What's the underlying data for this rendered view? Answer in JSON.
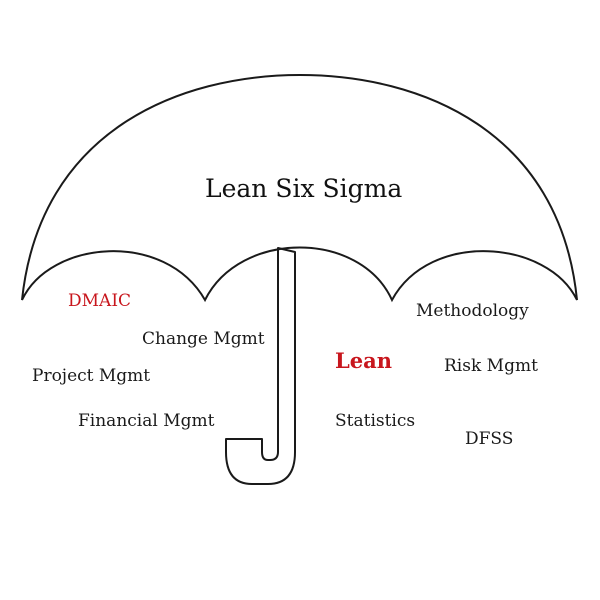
{
  "diagram": {
    "title": "Lean Six Sigma",
    "items": {
      "dmaic": "DMAIC",
      "change_mgmt": "Change Mgmt",
      "project_mgmt": "Project Mgmt",
      "financial_mgmt": "Financial Mgmt",
      "lean": "Lean",
      "statistics": "Statistics",
      "methodology": "Methodology",
      "risk_mgmt": "Risk Mgmt",
      "dfss": "DFSS"
    }
  },
  "colors": {
    "outline": "#1a1a1a",
    "text": "#1a1a1a",
    "highlight": "#c8161d",
    "background": "#ffffff"
  }
}
